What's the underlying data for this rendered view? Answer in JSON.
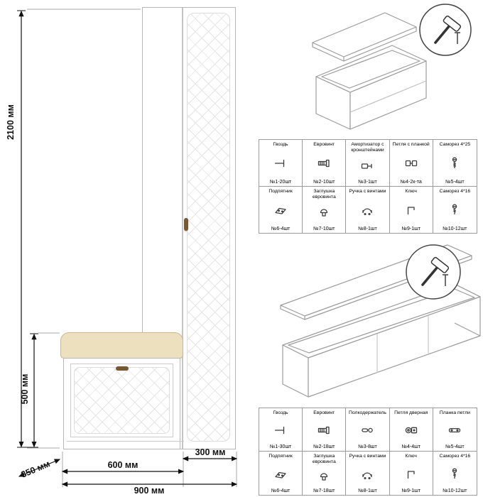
{
  "drawing": {
    "dimensions": {
      "total_height": "2100 мм",
      "bench_height": "500 мм",
      "depth": "350 мм",
      "cabinet_width": "300 мм",
      "bench_width": "600 мм",
      "total_width": "900 мм"
    }
  },
  "bench_hardware": {
    "items": [
      {
        "name": "Гвоздь",
        "count": "№1-20шт",
        "icon": "nail-icon"
      },
      {
        "name": "Евровинт",
        "count": "№2-10шт",
        "icon": "euro-screw-icon"
      },
      {
        "name": "Амортизатор с кронштейнами",
        "count": "№3-1шт",
        "icon": "damper-icon"
      },
      {
        "name": "Петля с планкой",
        "count": "№4-2к-та",
        "icon": "flap-hinge-icon"
      },
      {
        "name": "Саморез 4*25",
        "count": "№5-4шт",
        "icon": "screw-icon"
      },
      {
        "name": "Подпятник",
        "count": "№6-4шт",
        "icon": "footpad-icon"
      },
      {
        "name": "Заглушка евровинта",
        "count": "№7-10шт",
        "icon": "cap-icon"
      },
      {
        "name": "Ручка с винтами",
        "count": "№8-1шт",
        "icon": "handle-icon"
      },
      {
        "name": "Ключ",
        "count": "№9-1шт",
        "icon": "key-icon"
      },
      {
        "name": "Саморез 4*16",
        "count": "№10-12шт",
        "icon": "screw-icon"
      }
    ]
  },
  "cabinet_hardware": {
    "items": [
      {
        "name": "Гвоздь",
        "count": "№1-30шт",
        "icon": "nail-icon"
      },
      {
        "name": "Евровинт",
        "count": "№2-18шт",
        "icon": "euro-screw-icon"
      },
      {
        "name": "Полкодержатель",
        "count": "№3-8шт",
        "icon": "shelf-pin-icon"
      },
      {
        "name": "Петля дверная",
        "count": "№4-4шт",
        "icon": "door-hinge-icon"
      },
      {
        "name": "Планка петли",
        "count": "№5-4шт",
        "icon": "hinge-plate-icon"
      },
      {
        "name": "Подпятник",
        "count": "№6-4шт",
        "icon": "footpad-icon"
      },
      {
        "name": "Заглушка евровинта",
        "count": "№7-18шт",
        "icon": "cap-icon"
      },
      {
        "name": "Ручка с винтами",
        "count": "№8-1шт",
        "icon": "handle-icon"
      },
      {
        "name": "Ключ",
        "count": "№9-1шт",
        "icon": "key-icon"
      },
      {
        "name": "Саморез 4*16",
        "count": "№10-12шт",
        "icon": "screw-icon"
      }
    ]
  },
  "colors": {
    "cushion": "#ece0bf",
    "outline": "#b7b7b7",
    "dimline": "#111111"
  }
}
